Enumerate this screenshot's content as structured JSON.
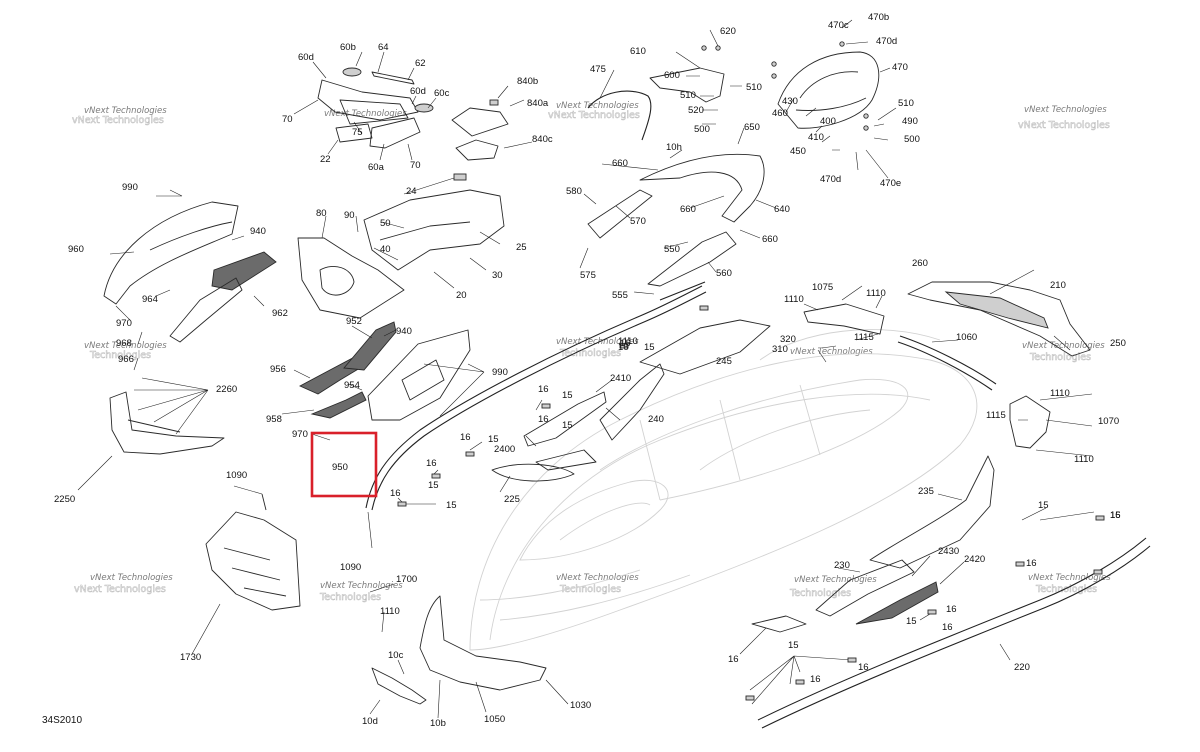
{
  "diagram": {
    "id_label": "34S2010",
    "watermark": {
      "line1": "vNext Technologies",
      "line2": "Technologies"
    },
    "highlight": {
      "color": "#d9202a",
      "target_label": "950"
    },
    "labels": [
      "60d",
      "60b",
      "64",
      "62",
      "60d",
      "60c",
      "70",
      "75",
      "22",
      "60a",
      "70",
      "840b",
      "840a",
      "840c",
      "475",
      "610",
      "620",
      "600",
      "510",
      "520",
      "500",
      "510",
      "650",
      "470c",
      "470b",
      "470d",
      "470",
      "430",
      "460",
      "400",
      "410",
      "450",
      "510",
      "490",
      "500",
      "470d",
      "470e",
      "990",
      "960",
      "940",
      "964",
      "962",
      "970",
      "968",
      "966",
      "2260",
      "2250",
      "24",
      "90",
      "50",
      "80",
      "40",
      "25",
      "30",
      "20",
      "660",
      "10h",
      "580",
      "570",
      "660",
      "640",
      "575",
      "550",
      "560",
      "660",
      "555",
      "952",
      "940",
      "956",
      "954",
      "958",
      "990",
      "970",
      "950",
      "2410",
      "16",
      "15",
      "16",
      "15",
      "245",
      "16",
      "15",
      "240",
      "2400",
      "16",
      "15",
      "16",
      "15",
      "225",
      "16",
      "15",
      "1090",
      "260",
      "1075",
      "1110",
      "1110",
      "210",
      "320",
      "310",
      "1115",
      "1060",
      "250",
      "1110",
      "1115",
      "1070",
      "1110",
      "235",
      "15",
      "16",
      "16",
      "2430",
      "2420",
      "230",
      "15",
      "16",
      "16",
      "15",
      "16",
      "16",
      "220",
      "1090",
      "1730",
      "1700",
      "1110",
      "10c",
      "10d",
      "10b",
      "1050",
      "1030",
      "1110",
      "16",
      "15",
      "16",
      "16"
    ]
  }
}
